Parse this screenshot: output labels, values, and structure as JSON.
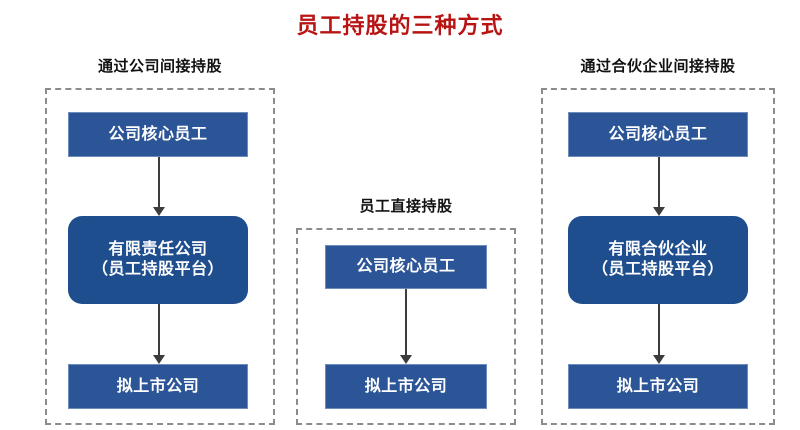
{
  "diagram": {
    "title": "员工持股的三种方式",
    "title_color": "#B81414",
    "background": "#FFFFFF",
    "colors": {
      "rect_fill": "#2B5597",
      "rect_border": "#6E8CBC",
      "rounded_fill": "#1F4E8E",
      "dashed_border": "#8C8C8C",
      "connector": "#3C3C3C",
      "header_text": "#121212",
      "node_text": "#FFFFFF"
    },
    "columns": [
      {
        "key": "left",
        "header": "通过公司间接持股",
        "nodes": [
          {
            "shape": "rect",
            "line1": "公司核心员工",
            "line2": ""
          },
          {
            "shape": "rounded",
            "line1": "有限责任公司",
            "line2": "（员工持股平台）"
          },
          {
            "shape": "rect",
            "line1": "拟上市公司",
            "line2": ""
          }
        ],
        "connectors": [
          "down-arrow",
          "down-arrow"
        ]
      },
      {
        "key": "center",
        "header": "员工直接持股",
        "nodes": [
          {
            "shape": "rect",
            "line1": "公司核心员工",
            "line2": ""
          },
          {
            "shape": "rect",
            "line1": "拟上市公司",
            "line2": ""
          }
        ],
        "connectors": [
          "down-arrow"
        ]
      },
      {
        "key": "right",
        "header": "通过合伙企业间接持股",
        "nodes": [
          {
            "shape": "rect",
            "line1": "公司核心员工",
            "line2": ""
          },
          {
            "shape": "rounded",
            "line1": "有限合伙企业",
            "line2": "（员工持股平台）"
          },
          {
            "shape": "rect",
            "line1": "拟上市公司",
            "line2": ""
          }
        ],
        "connectors": [
          "down-arrow",
          "down-arrow"
        ]
      }
    ]
  }
}
